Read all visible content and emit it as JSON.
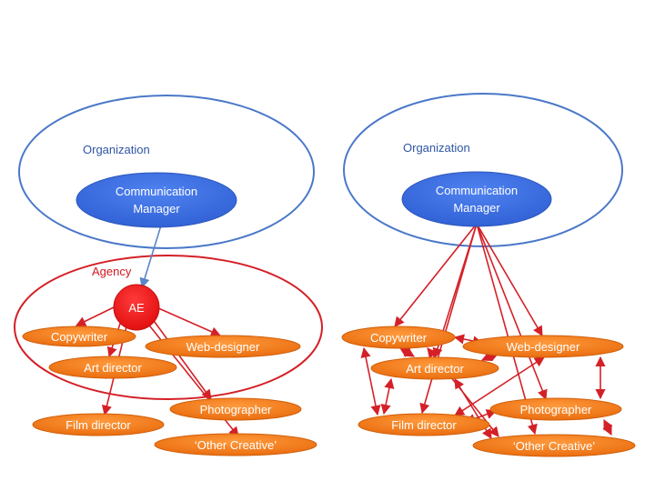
{
  "left": {
    "organization_label": "Organization",
    "manager_label": [
      "Communication",
      "Manager"
    ],
    "agency_label": "Agency",
    "ae_label": "AE",
    "roles": {
      "copywriter": "Copywriter",
      "web_designer": "Web-designer",
      "art_director": "Art director",
      "photographer": "Photographer",
      "film_director": "Film director",
      "other_creative": "‘Other Creative’"
    }
  },
  "right": {
    "organization_label": "Organization",
    "manager_label": [
      "Communication",
      "Manager"
    ],
    "roles": {
      "copywriter": "Copywriter",
      "web_designer": "Web-designer",
      "art_director": "Art director",
      "photographer": "Photographer",
      "film_director": "Film director",
      "other_creative": "‘Other Creative’"
    }
  },
  "colors": {
    "organization_outline": "#4a78c8",
    "manager_fill": "#3c6ee0",
    "agency_outline": "#d42027",
    "ae_fill": "#f01a1a",
    "role_fill": "#f07a16",
    "link_red": "#d42027",
    "link_blue": "#5a86c8"
  }
}
